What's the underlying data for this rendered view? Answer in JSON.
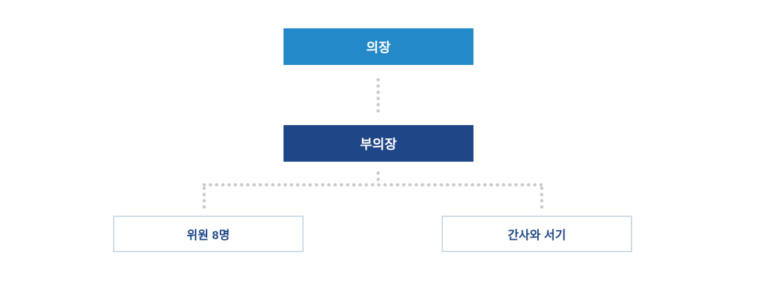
{
  "diagram": {
    "type": "organization-chart",
    "background_color": "#ffffff",
    "nodes": [
      {
        "id": "chair",
        "label": "의장",
        "level": 1,
        "fill_color": "#2389c8",
        "text_color": "#ffffff",
        "style": "filled"
      },
      {
        "id": "vicechair",
        "label": "부의장",
        "level": 2,
        "fill_color": "#1f4788",
        "text_color": "#ffffff",
        "style": "filled"
      },
      {
        "id": "members",
        "label": "위원 8명",
        "level": 3,
        "fill_color": "#ffffff",
        "border_color": "#ccdae8",
        "text_color": "#1f4788",
        "style": "outlined"
      },
      {
        "id": "secretary",
        "label": "간사와 서기",
        "level": 3,
        "fill_color": "#ffffff",
        "border_color": "#ccdae8",
        "text_color": "#1f4788",
        "style": "outlined"
      }
    ],
    "edges": [
      {
        "from": "chair",
        "to": "vicechair",
        "style": "dotted",
        "color": "#c9cacb"
      },
      {
        "from": "vicechair",
        "to": "members",
        "style": "dotted",
        "color": "#c9cacb"
      },
      {
        "from": "vicechair",
        "to": "secretary",
        "style": "dotted",
        "color": "#c9cacb"
      }
    ]
  }
}
